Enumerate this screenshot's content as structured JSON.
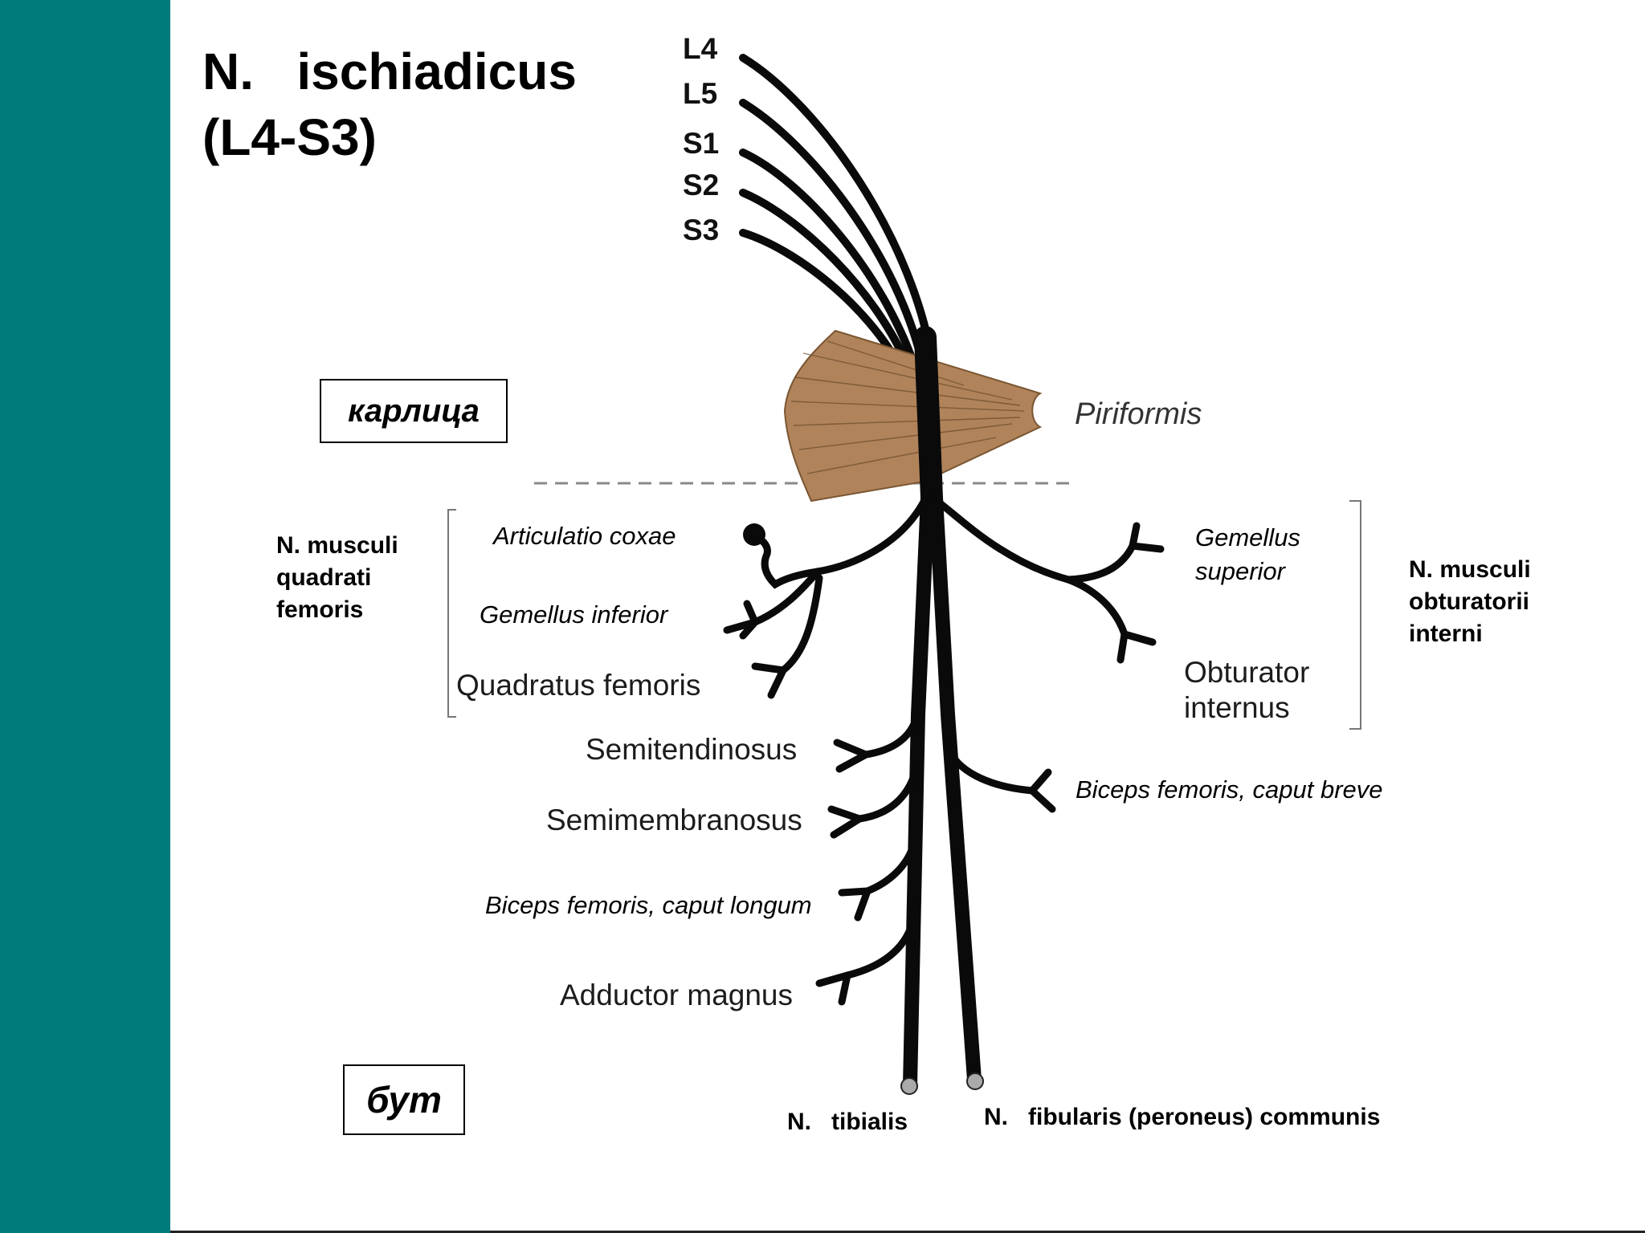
{
  "title": {
    "line1": "N.   ischiadicus",
    "line2": "(L4-S3)"
  },
  "regions": {
    "gluteal": "карлица",
    "thigh": "бут"
  },
  "roots": [
    "L4",
    "L5",
    "S1",
    "S2",
    "S3"
  ],
  "muscles": {
    "piriformis": "Piriformis",
    "articulatio_coxae": "Articulatio coxae",
    "gemellus_inferior": "Gemellus inferior",
    "quadratus_femoris": "Quadratus femoris",
    "semitendinosus": "Semitendinosus",
    "semimembranosus": "Semimembranosus",
    "biceps_longum": "Biceps femoris, caput longum",
    "adductor_magnus": "Adductor magnus",
    "gemellus_superior_1": "Gemellus",
    "gemellus_superior_2": "superior",
    "obturator_internus_1": "Obturator",
    "obturator_internus_2": "internus",
    "biceps_breve": "Biceps femoris, caput breve"
  },
  "nerves": {
    "quadrati_1": "N.  musculi",
    "quadrati_2": "quadrati",
    "quadrati_3": "femoris",
    "obturatorii_1": "N. musculi",
    "obturatorii_2": "obturatorii",
    "obturatorii_3": "interni",
    "tibialis": "N.   tibialis",
    "fibularis": "N.   fibularis (peroneus) communis"
  },
  "colors": {
    "sidebar": "#007b7b",
    "piriformis": "#b0835a",
    "nerve": "#0a0a0a"
  }
}
